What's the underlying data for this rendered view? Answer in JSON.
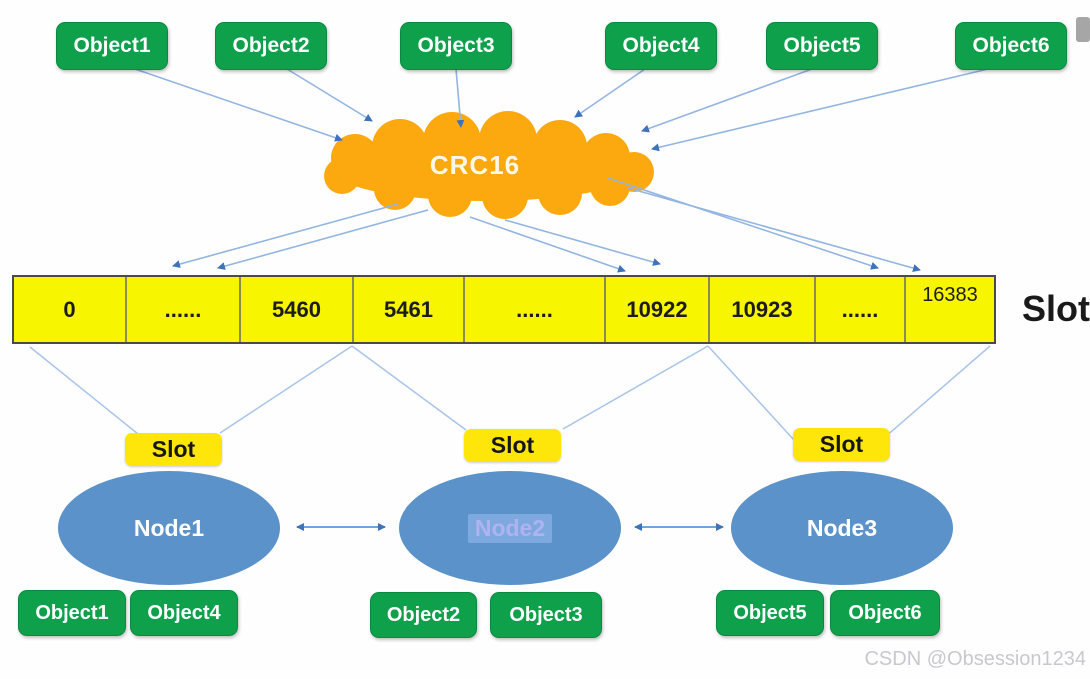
{
  "diagram": {
    "hash_label": "CRC16",
    "slot_axis_label": "Slot",
    "slot_tag_label": "Slot",
    "top_objects": [
      "Object1",
      "Object2",
      "Object3",
      "Object4",
      "Object5",
      "Object6"
    ],
    "slot_cells": [
      "0",
      "......",
      "5460",
      "5461",
      "......",
      "10922",
      "10923",
      "......",
      "16383"
    ],
    "slot_range": {
      "min": 0,
      "max": 16383,
      "boundaries": [
        5460,
        5461,
        10922,
        10923
      ]
    },
    "nodes": [
      {
        "label": "Node1",
        "objects": [
          "Object1",
          "Object4"
        ]
      },
      {
        "label": "Node2",
        "objects": [
          "Object2",
          "Object3"
        ]
      },
      {
        "label": "Node3",
        "objects": [
          "Object5",
          "Object6"
        ]
      }
    ],
    "watermark": "CSDN @Obsession1234",
    "colors": {
      "object_green": "#0fa04c",
      "slot_yellow": "#f8f500",
      "tag_yellow": "#ffe60a",
      "node_blue": "#5b92c9",
      "cloud_orange": "#fba90f",
      "arrow_blue": "#93b5e2",
      "arrowhead_blue": "#3e73b9",
      "watermark_gray": "#c8c8ce"
    }
  }
}
